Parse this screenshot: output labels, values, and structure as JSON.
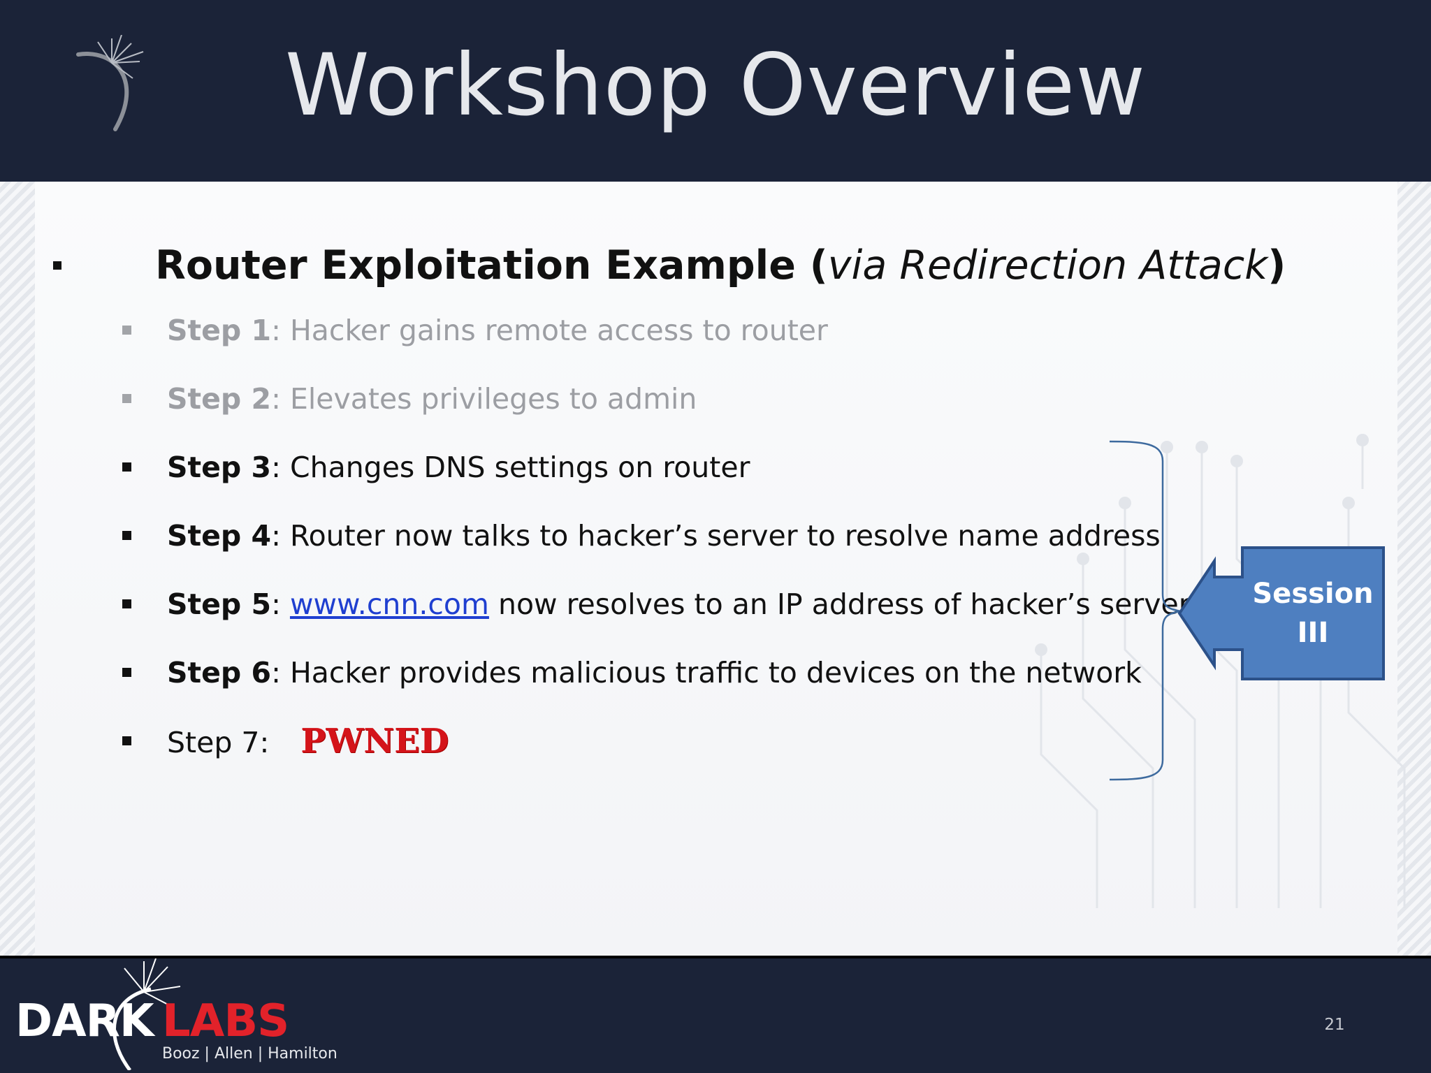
{
  "slide": {
    "title": "Workshop Overview",
    "main_bullet": {
      "bold": "Router Exploitation Example",
      "paren_open": " (",
      "italic": "via Redirection Attack",
      "paren_close": ")"
    },
    "steps": [
      {
        "label": "Step 1",
        "separator": ": ",
        "text": "Hacker gains remote access to router",
        "dimmed": true
      },
      {
        "label": "Step 2",
        "separator": ": ",
        "text": "Elevates privileges to admin",
        "dimmed": true
      },
      {
        "label": "Step 3",
        "separator": ": ",
        "text": "Changes DNS  settings on router",
        "dimmed": false
      },
      {
        "label": "Step 4",
        "separator": ":  ",
        "text": "Router now talks to hacker’s server to resolve  name address",
        "dimmed": false
      },
      {
        "label": "Step 5",
        "separator": ":  ",
        "link": "www.cnn.com",
        "text": " now resolves to an IP address of hacker’s server",
        "dimmed": false
      },
      {
        "label": "Step 6",
        "separator": ":  ",
        "text": "Hacker provides malicious traffic to devices on the network",
        "dimmed": false
      },
      {
        "label": "Step 7",
        "separator": ": ",
        "emphasis": "PWNED",
        "dimmed": false
      }
    ],
    "callout": {
      "label": "Session\nIII"
    }
  },
  "footer": {
    "logo_dark": "DARK",
    "logo_labs": "LABS",
    "logo_company": "Booz | Allen | Hamilton",
    "page_number": "21"
  },
  "colors": {
    "header_bg": "#1b2338",
    "title_text": "#e6e8ec",
    "link": "#1f3fd0",
    "pwned": "#d4141a",
    "callout_fill": "#4e7fc0",
    "callout_border": "#2c5189",
    "brace": "#3d6a9e",
    "logo_red": "#e2222a"
  }
}
